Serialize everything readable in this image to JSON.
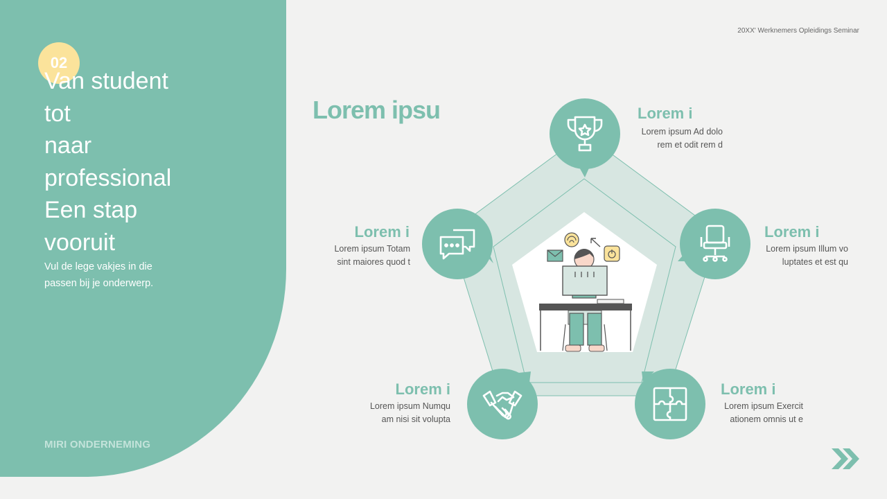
{
  "header": {
    "seminar": "20XX' Werknemers Opleidings Seminar"
  },
  "left": {
    "badge": "02",
    "title_lines": [
      "Van student",
      "tot",
      "naar",
      "professional",
      "Een stap",
      "vooruit"
    ],
    "subtitle_lines": [
      "Vul de lege vakjes in die",
      "passen bij je onderwerp."
    ],
    "company": "MIRI ONDERNEMING"
  },
  "main": {
    "title": "Lorem ipsu"
  },
  "items": [
    {
      "icon": "trophy-icon",
      "title": "Lorem i",
      "lines": [
        "Lorem ipsum Ad dolo",
        "rem et odit rem d"
      ]
    },
    {
      "icon": "office-chair-icon",
      "title": "Lorem i",
      "lines": [
        "Lorem ipsum Illum vo",
        "luptates et est qu"
      ]
    },
    {
      "icon": "puzzle-icon",
      "title": "Lorem i",
      "lines": [
        "Lorem ipsum Exercit",
        "ationem omnis ut e"
      ]
    },
    {
      "icon": "handshake-icon",
      "title": "Lorem i",
      "lines": [
        "Lorem ipsum Numqu",
        "am nisi sit volupta"
      ]
    },
    {
      "icon": "chat-bubbles-icon",
      "title": "Lorem i",
      "lines": [
        "Lorem ipsum Totam",
        "sint maiores quod t"
      ]
    }
  ],
  "colors": {
    "accent": "#7dbfae",
    "badge": "#fbe39b",
    "background": "#f2f2f1"
  }
}
